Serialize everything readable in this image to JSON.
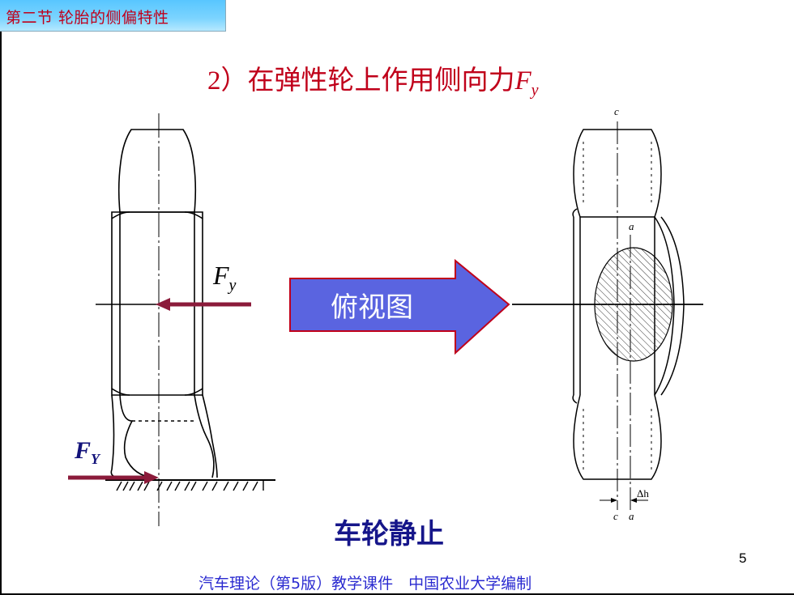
{
  "section_tab": "第二节 轮胎的侧偏特性",
  "title": {
    "number": "2）",
    "text": "在弹性轮上作用侧向力",
    "force_symbol": "F",
    "force_subscript": "y"
  },
  "diagram": {
    "fy_symbol": "F",
    "fy_subscript": "y",
    "FY_symbol": "F",
    "FY_subscript": "Y",
    "arrow_label": "俯视图",
    "label_c_top": "c",
    "label_a_top": "a",
    "label_dh": "Δh",
    "label_c_bottom": "c",
    "label_a_bottom": "a"
  },
  "caption": "车轮静止",
  "page_number": "5",
  "footer": "汽车理论（第5版）教学课件　中国农业大学编制",
  "colors": {
    "title_red": "#c0001a",
    "force_arrow": "#8b1a3a",
    "big_arrow_fill": "#5a64e0",
    "big_arrow_border": "#c0001a",
    "caption_blue": "#16168a",
    "footer_blue": "#2a2ad0"
  }
}
